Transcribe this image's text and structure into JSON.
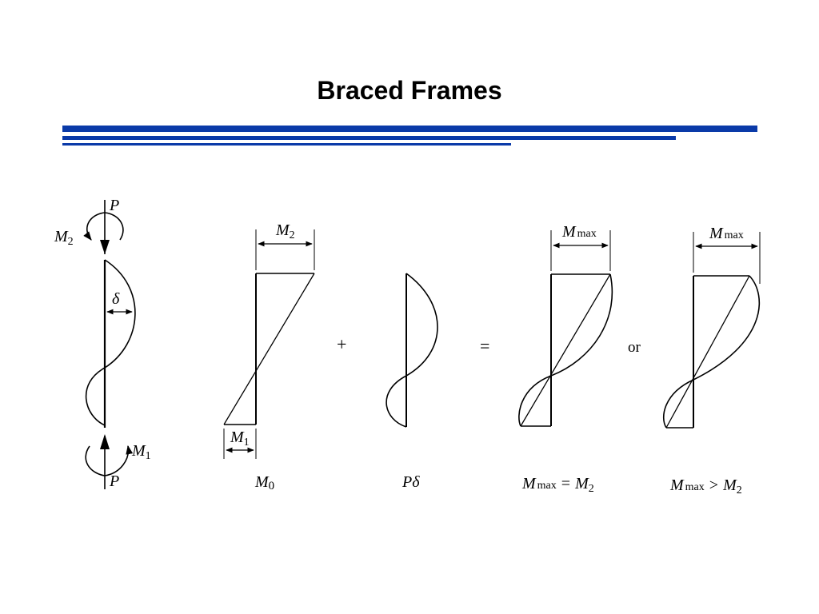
{
  "slide": {
    "title": "Braced Frames"
  },
  "labels": {
    "P": "P",
    "M": "M",
    "sub2": "2",
    "sub1": "1",
    "sub0": "0",
    "max": "max",
    "delta": "δ",
    "plus": "+",
    "equals": "=",
    "or": "or",
    "eq": "=",
    "gt": ">"
  },
  "colors": {
    "rule": "#0a3aa8",
    "ink": "#000000"
  }
}
